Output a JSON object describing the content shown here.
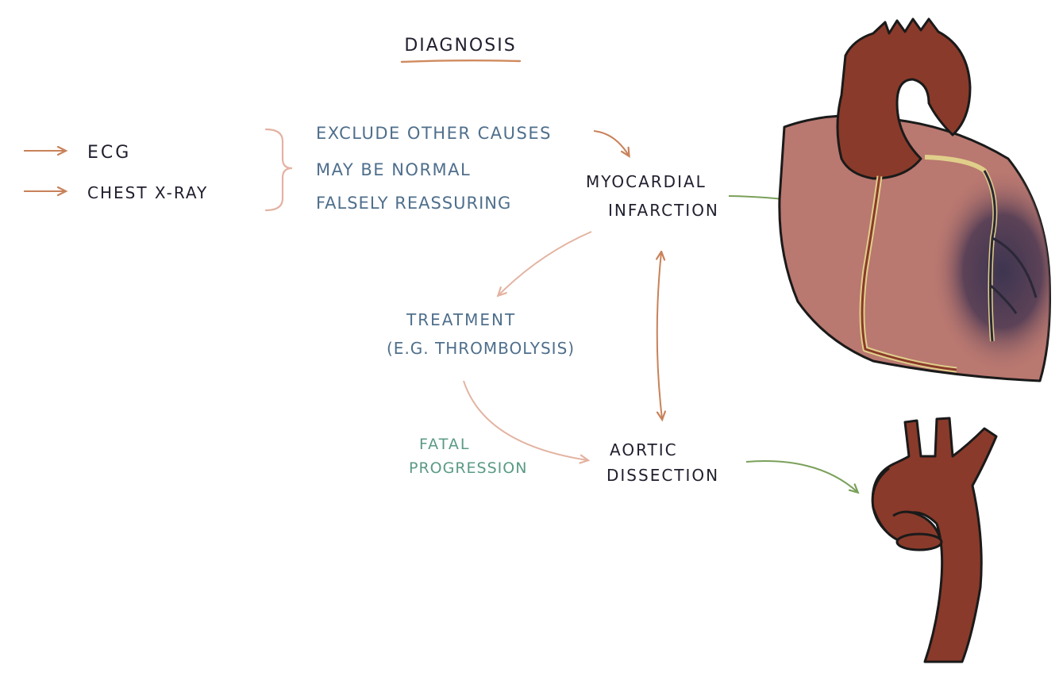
{
  "title": "DIAGNOSIS",
  "tests": [
    {
      "label": "ECG"
    },
    {
      "label": "CHEST X-RAY"
    }
  ],
  "notes": [
    "EXCLUDE OTHER CAUSES",
    "MAY BE NORMAL",
    "FALSELY REASSURING"
  ],
  "nodes": {
    "mi_line1": "MYOCARDIAL",
    "mi_line2": "INFARCTION",
    "treatment_line1": "TREATMENT",
    "treatment_line2": "(E.G. THROMBOLYSIS)",
    "dissection_line1": "AORTIC",
    "dissection_line2": "DISSECTION",
    "fatal_line1": "FATAL",
    "fatal_line2": "PROGRESSION"
  },
  "colors": {
    "ink": "#1f1f2e",
    "blue": "#4f6f8c",
    "green_text": "#5a9a86",
    "orange_arrow": "#c8825a",
    "pink_arrow": "#e3b3a2",
    "green_arrow": "#7aa05a",
    "title_underline": "#d08a5e",
    "heart_dark": "#8a3a2a",
    "heart_light": "#b97870",
    "vessel": "#e0cf8a"
  }
}
